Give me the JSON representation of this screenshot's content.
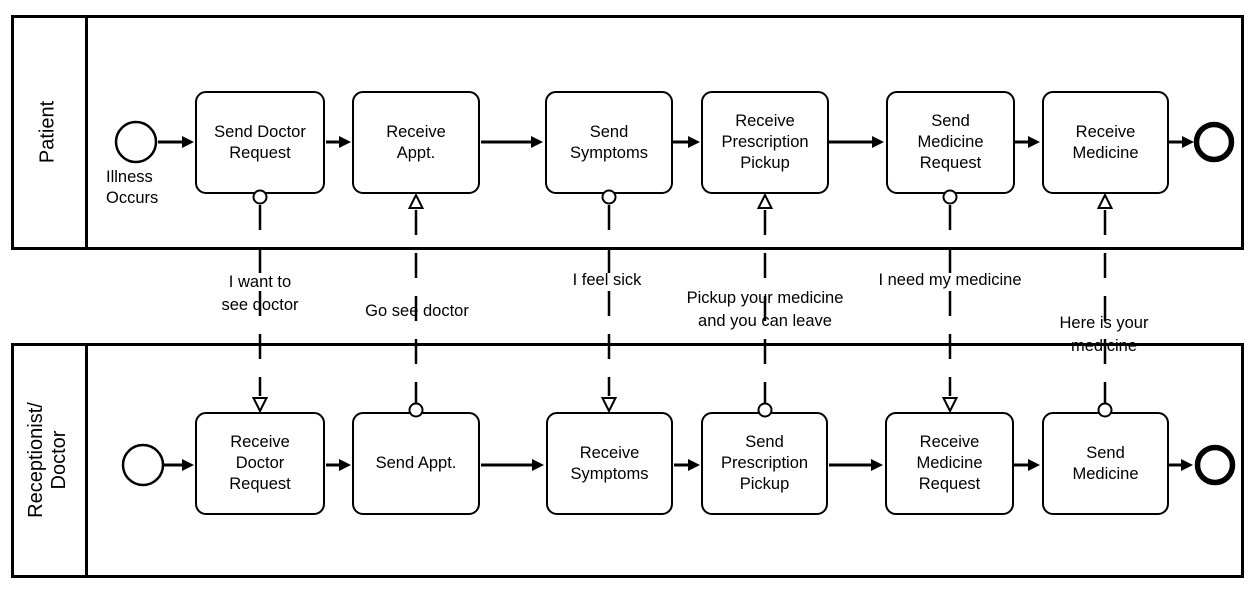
{
  "pools": [
    {
      "label": "Patient",
      "start_event_label": "Illness\nOccurs",
      "tasks": [
        "Send Doctor\nRequest",
        "Receive\nAppt.",
        "Send\nSymptoms",
        "Receive\nPrescription\nPickup",
        "Send\nMedicine\nRequest",
        "Receive\nMedicine"
      ]
    },
    {
      "label": "Receptionist/\nDoctor",
      "tasks": [
        "Receive\nDoctor\nRequest",
        "Send Appt.",
        "Receive\nSymptoms",
        "Send\nPrescription\nPickup",
        "Receive\nMedicine\nRequest",
        "Send\nMedicine"
      ]
    }
  ],
  "messages": [
    {
      "label": "I want to\nsee doctor",
      "direction": "down"
    },
    {
      "label": "Go see doctor",
      "direction": "up"
    },
    {
      "label": "I feel sick",
      "direction": "down"
    },
    {
      "label": "Pickup your medicine\nand you can leave",
      "direction": "up"
    },
    {
      "label": "I need my medicine",
      "direction": "down"
    },
    {
      "label": "Here is your medicine",
      "direction": "up"
    }
  ],
  "colors": {
    "stroke": "#000000",
    "fill": "#ffffff"
  }
}
